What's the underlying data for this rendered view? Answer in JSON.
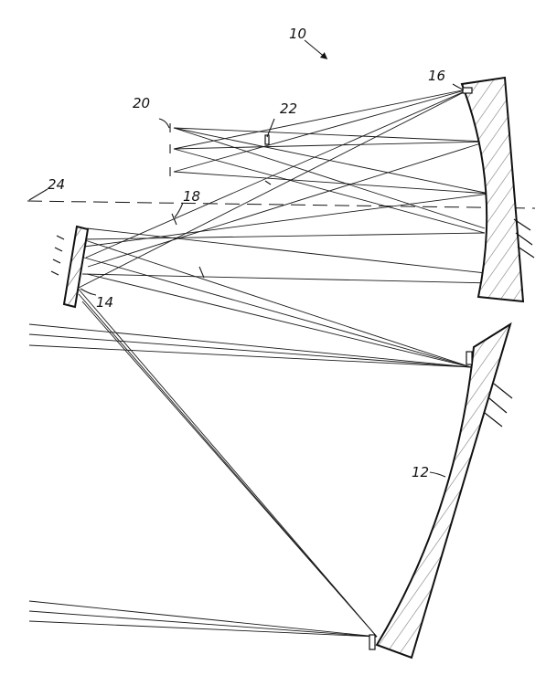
{
  "figure": {
    "labels": {
      "system": "10",
      "primary_mirror": "12",
      "secondary_mirror": "14",
      "tertiary_mirror": "16",
      "stop_18": "18",
      "focal_plane": "20",
      "stop_22": "22",
      "optical_axis": "24"
    },
    "colors": {
      "ink": "#111111",
      "paper": "#ffffff"
    }
  }
}
